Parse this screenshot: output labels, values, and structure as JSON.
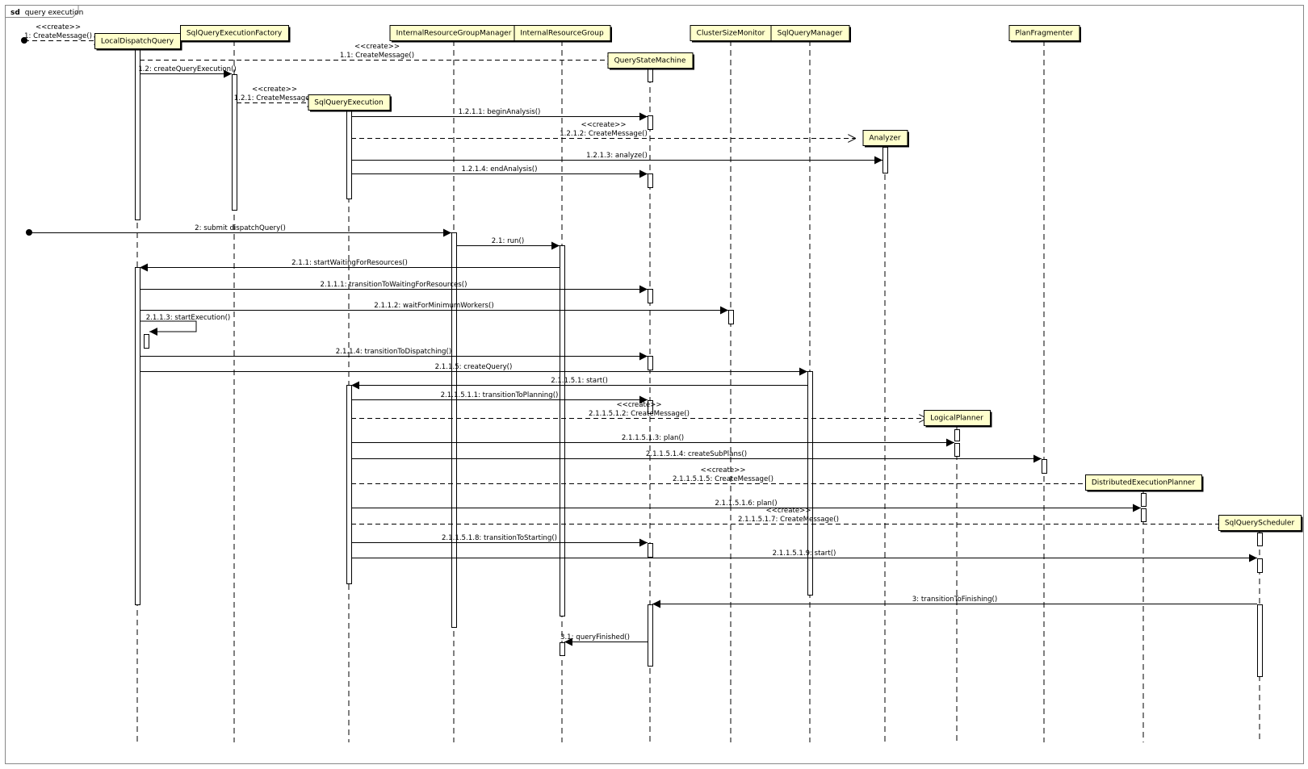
{
  "frame": {
    "keyword": "sd",
    "name": "query execution"
  },
  "stereotype_create": "<<create>>",
  "lifelines": [
    {
      "id": "ldq",
      "name": "LocalDispatchQuery"
    },
    {
      "id": "sqef",
      "name": "SqlQueryExecutionFactory"
    },
    {
      "id": "sqe",
      "name": "SqlQueryExecution"
    },
    {
      "id": "irgm",
      "name": "InternalResourceGroupManager"
    },
    {
      "id": "irg",
      "name": "InternalResourceGroup"
    },
    {
      "id": "qsm",
      "name": "QueryStateMachine"
    },
    {
      "id": "csm",
      "name": "ClusterSizeMonitor"
    },
    {
      "id": "sqm",
      "name": "SqlQueryManager"
    },
    {
      "id": "analyzer",
      "name": "Analyzer"
    },
    {
      "id": "lp",
      "name": "LogicalPlanner"
    },
    {
      "id": "pf",
      "name": "PlanFragmenter"
    },
    {
      "id": "dep",
      "name": "DistributedExecutionPlanner"
    },
    {
      "id": "sqs",
      "name": "SqlQueryScheduler"
    }
  ],
  "messages": [
    {
      "id": "m1",
      "label": "1: CreateMessage()",
      "kind": "create",
      "from": "found",
      "to": "ldq"
    },
    {
      "id": "m1_1",
      "label": "1.1: CreateMessage()",
      "kind": "create",
      "from": "ldq",
      "to": "qsm"
    },
    {
      "id": "m1_2",
      "label": "1.2: createQueryExecution()",
      "kind": "sync",
      "from": "ldq",
      "to": "sqef"
    },
    {
      "id": "m1_2_1",
      "label": "1.2.1: CreateMessage()",
      "kind": "create",
      "from": "sqef",
      "to": "sqe"
    },
    {
      "id": "m1_2_1_1",
      "label": "1.2.1.1: beginAnalysis()",
      "kind": "sync",
      "from": "sqe",
      "to": "qsm"
    },
    {
      "id": "m1_2_1_2",
      "label": "1.2.1.2: CreateMessage()",
      "kind": "create",
      "from": "sqe",
      "to": "analyzer"
    },
    {
      "id": "m1_2_1_3",
      "label": "1.2.1.3: analyze()",
      "kind": "sync",
      "from": "sqe",
      "to": "analyzer"
    },
    {
      "id": "m1_2_1_4",
      "label": "1.2.1.4: endAnalysis()",
      "kind": "sync",
      "from": "sqe",
      "to": "qsm"
    },
    {
      "id": "m2",
      "label": "2: submit dispatchQuery()",
      "kind": "sync",
      "from": "found",
      "to": "irgm"
    },
    {
      "id": "m2_1",
      "label": "2.1: run()",
      "kind": "sync",
      "from": "irgm",
      "to": "irg"
    },
    {
      "id": "m2_1_1",
      "label": "2.1.1: startWaitingForResources()",
      "kind": "sync",
      "from": "irg",
      "to": "ldq"
    },
    {
      "id": "m2_1_1_1",
      "label": "2.1.1.1: transitionToWaitingForResources()",
      "kind": "sync",
      "from": "ldq",
      "to": "qsm"
    },
    {
      "id": "m2_1_1_2",
      "label": "2.1.1.2: waitForMinimumWorkers()",
      "kind": "sync",
      "from": "ldq",
      "to": "csm"
    },
    {
      "id": "m2_1_1_3",
      "label": "2.1.1.3: startExecution()",
      "kind": "self",
      "from": "ldq",
      "to": "ldq"
    },
    {
      "id": "m2_1_1_4",
      "label": "2.1.1.4: transitionToDispatching()",
      "kind": "sync",
      "from": "ldq",
      "to": "qsm"
    },
    {
      "id": "m2_1_1_5",
      "label": "2.1.1.5: createQuery()",
      "kind": "sync",
      "from": "ldq",
      "to": "sqm"
    },
    {
      "id": "m2_1_1_5_1",
      "label": "2.1.1.5.1: start()",
      "kind": "sync",
      "from": "sqm",
      "to": "sqe"
    },
    {
      "id": "m2_1_1_5_1_1",
      "label": "2.1.1.5.1.1: transitionToPlanning()",
      "kind": "sync",
      "from": "sqe",
      "to": "qsm"
    },
    {
      "id": "m2_1_1_5_1_2",
      "label": "2.1.1.5.1.2: CreateMessage()",
      "kind": "create",
      "from": "sqe",
      "to": "lp"
    },
    {
      "id": "m2_1_1_5_1_3",
      "label": "2.1.1.5.1.3: plan()",
      "kind": "sync",
      "from": "sqe",
      "to": "lp"
    },
    {
      "id": "m2_1_1_5_1_4",
      "label": "2.1.1.5.1.4: createSubPlans()",
      "kind": "sync",
      "from": "sqe",
      "to": "pf"
    },
    {
      "id": "m2_1_1_5_1_5",
      "label": "2.1.1.5.1.5: CreateMessage()",
      "kind": "create",
      "from": "sqe",
      "to": "dep"
    },
    {
      "id": "m2_1_1_5_1_6",
      "label": "2.1.1.5.1.6: plan()",
      "kind": "sync",
      "from": "sqe",
      "to": "dep"
    },
    {
      "id": "m2_1_1_5_1_7",
      "label": "2.1.1.5.1.7: CreateMessage()",
      "kind": "create",
      "from": "sqe",
      "to": "sqs"
    },
    {
      "id": "m2_1_1_5_1_8",
      "label": "2.1.1.5.1.8: transitionToStarting()",
      "kind": "sync",
      "from": "sqe",
      "to": "qsm"
    },
    {
      "id": "m2_1_1_5_1_9",
      "label": "2.1.1.5.1.9: start()",
      "kind": "sync",
      "from": "sqe",
      "to": "sqs"
    },
    {
      "id": "m3",
      "label": "3: transitionToFinishing()",
      "kind": "sync",
      "from": "sqs",
      "to": "qsm"
    },
    {
      "id": "m3_1",
      "label": "3.1: queryFinished()",
      "kind": "sync",
      "from": "qsm",
      "to": "irg"
    }
  ],
  "colors": {
    "object_fill": "#ffffcc",
    "line": "#000000",
    "frame_border": "#888888",
    "activation_fill": "#ffffff"
  }
}
